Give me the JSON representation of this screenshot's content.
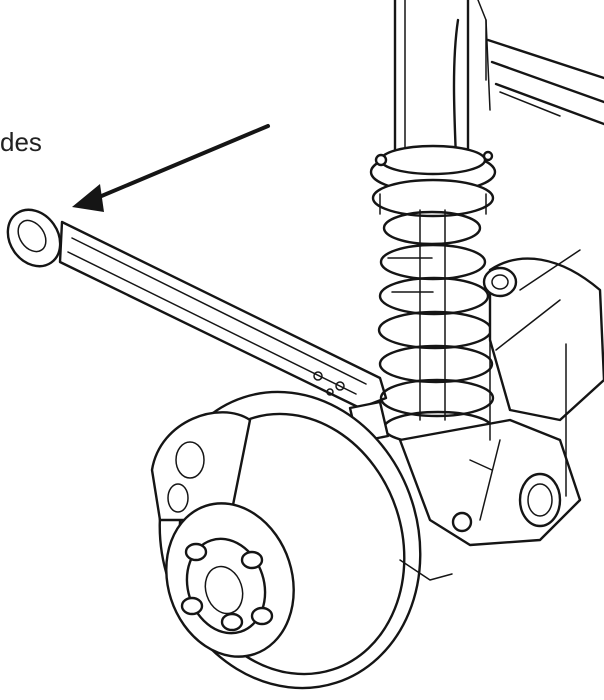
{
  "diagram": {
    "callout_text": "des",
    "ink_color": "#151515",
    "background": "#ffffff",
    "components": [
      {
        "name": "control-arm",
        "kind": "trailing-arm"
      },
      {
        "name": "coil-spring",
        "kind": "spring",
        "coil_count": 7
      },
      {
        "name": "shock-absorber",
        "kind": "strut"
      },
      {
        "name": "brake-disc",
        "kind": "disc-and-hub",
        "wheel_studs": 5
      },
      {
        "name": "hub-carrier",
        "kind": "knuckle"
      },
      {
        "name": "anti-roll-bar",
        "kind": "bar"
      }
    ]
  }
}
